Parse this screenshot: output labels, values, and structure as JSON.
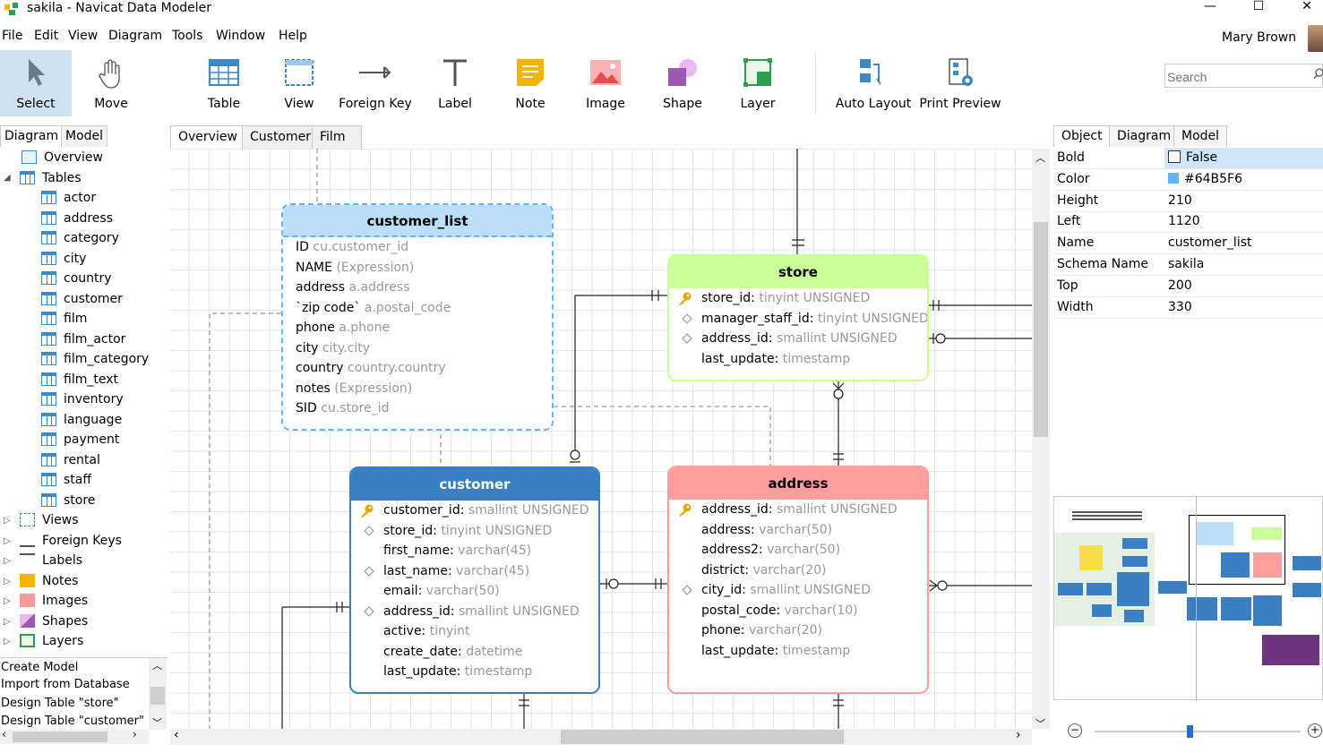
{
  "window": {
    "title": "sakila - Navicat Data Modeler",
    "minimize": "—",
    "maximize": "☐",
    "close": "✕"
  },
  "menu": [
    "File",
    "Edit",
    "View",
    "Diagram",
    "Tools",
    "Window",
    "Help"
  ],
  "user": {
    "name": "Mary Brown"
  },
  "toolbar": {
    "select": "Select",
    "move": "Move",
    "table": "Table",
    "view": "View",
    "foreign_key": "Foreign Key",
    "label": "Label",
    "note": "Note",
    "image": "Image",
    "shape": "Shape",
    "layer": "Layer",
    "auto_layout": "Auto Layout",
    "print_preview": "Print Preview"
  },
  "search": {
    "placeholder": "Search"
  },
  "left_tabs": [
    "Diagram",
    "Model"
  ],
  "tree": {
    "overview": "Overview",
    "tables_label": "Tables",
    "tables": [
      "actor",
      "address",
      "category",
      "city",
      "country",
      "customer",
      "film",
      "film_actor",
      "film_category",
      "film_text",
      "inventory",
      "language",
      "payment",
      "rental",
      "staff",
      "store"
    ],
    "views": "Views",
    "foreign_keys": "Foreign Keys",
    "labels": "Labels",
    "notes": "Notes",
    "images": "Images",
    "shapes": "Shapes",
    "layers": "Layers"
  },
  "history": [
    "Create Model",
    "Import from Database",
    "Design Table \"store\"",
    "Design Table \"customer\""
  ],
  "center_tabs": [
    "Overview",
    "Customer",
    "Film"
  ],
  "entities": {
    "customer_list": {
      "title": "customer_list",
      "rows": [
        {
          "n": "ID",
          "t": "cu.customer_id"
        },
        {
          "n": "NAME",
          "t": "(Expression)"
        },
        {
          "n": "address",
          "t": "a.address"
        },
        {
          "n": "`zip code`",
          "t": "a.postal_code"
        },
        {
          "n": "phone",
          "t": "a.phone"
        },
        {
          "n": "city",
          "t": "city.city"
        },
        {
          "n": "country",
          "t": "country.country"
        },
        {
          "n": "notes",
          "t": "(Expression)"
        },
        {
          "n": "SID",
          "t": "cu.store_id"
        }
      ]
    },
    "store": {
      "title": "store",
      "rows": [
        {
          "n": "store_id:",
          "t": "tinyint UNSIGNED"
        },
        {
          "n": "manager_staff_id:",
          "t": "tinyint UNSIGNED"
        },
        {
          "n": "address_id:",
          "t": "smallint UNSIGNED"
        },
        {
          "n": "last_update:",
          "t": "timestamp"
        }
      ]
    },
    "customer": {
      "title": "customer",
      "rows": [
        {
          "n": "customer_id:",
          "t": "smallint UNSIGNED"
        },
        {
          "n": "store_id:",
          "t": "tinyint UNSIGNED"
        },
        {
          "n": "first_name:",
          "t": "varchar(45)"
        },
        {
          "n": "last_name:",
          "t": "varchar(45)"
        },
        {
          "n": "email:",
          "t": "varchar(50)"
        },
        {
          "n": "address_id:",
          "t": "smallint UNSIGNED"
        },
        {
          "n": "active:",
          "t": "tinyint"
        },
        {
          "n": "create_date:",
          "t": "datetime"
        },
        {
          "n": "last_update:",
          "t": "timestamp"
        }
      ]
    },
    "address": {
      "title": "address",
      "rows": [
        {
          "n": "address_id:",
          "t": "smallint UNSIGNED"
        },
        {
          "n": "address:",
          "t": "varchar(50)"
        },
        {
          "n": "address2:",
          "t": "varchar(50)"
        },
        {
          "n": "district:",
          "t": "varchar(20)"
        },
        {
          "n": "city_id:",
          "t": "smallint UNSIGNED"
        },
        {
          "n": "postal_code:",
          "t": "varchar(10)"
        },
        {
          "n": "phone:",
          "t": "varchar(20)"
        },
        {
          "n": "last_update:",
          "t": "timestamp"
        }
      ]
    }
  },
  "right_tabs": [
    "Object",
    "Diagram",
    "Model"
  ],
  "properties": [
    {
      "k": "Bold",
      "v": "False"
    },
    {
      "k": "Color",
      "v": "#64B5F6"
    },
    {
      "k": "Height",
      "v": "210"
    },
    {
      "k": "Left",
      "v": "1120"
    },
    {
      "k": "Name",
      "v": "customer_list"
    },
    {
      "k": "Schema Name",
      "v": "sakila"
    },
    {
      "k": "Top",
      "v": "200"
    },
    {
      "k": "Width",
      "v": "330"
    }
  ],
  "colors": {
    "view_header": "#bbdefb",
    "view_border": "#64b5f6",
    "store_header": "#ccff99",
    "customer_header": "#3a7fc1",
    "address_header": "#ff9e9e",
    "selection": "#cfe0f0"
  }
}
